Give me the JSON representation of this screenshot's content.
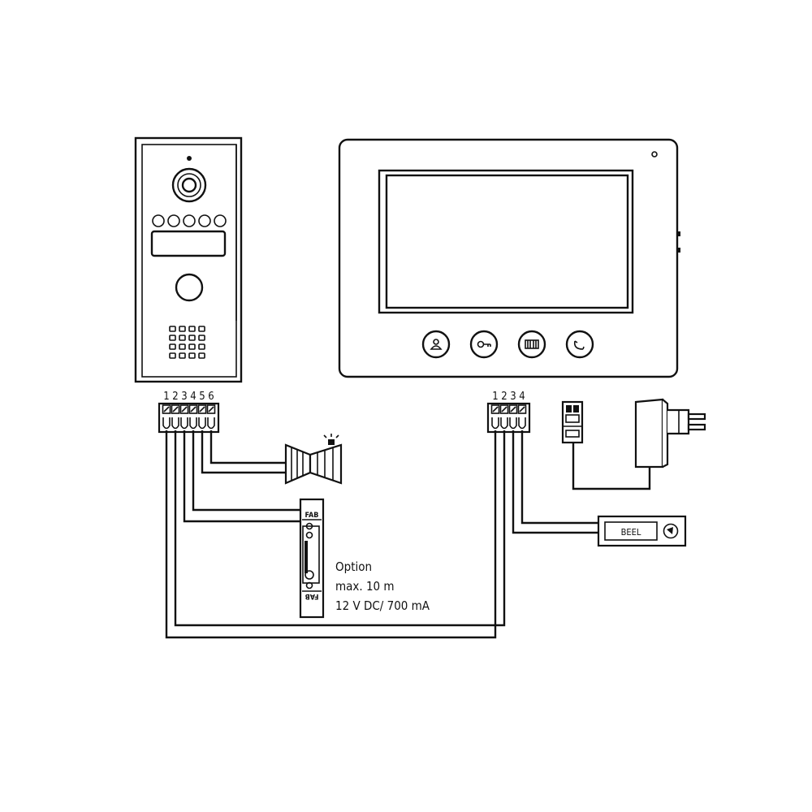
{
  "door_station": {
    "terminal_numbers": [
      "1",
      "2",
      "3",
      "4",
      "5",
      "6"
    ]
  },
  "monitor": {
    "terminal_numbers": [
      "1",
      "2",
      "3",
      "4"
    ],
    "buttons": [
      "intercom-icon",
      "key-icon",
      "gate-icon",
      "handset-icon"
    ]
  },
  "lock": {
    "top_label": "FAB",
    "bottom_label": "FAB"
  },
  "doorbell": {
    "label": "BEEL"
  },
  "notes": {
    "line1": "Option",
    "line2": "max. 10 m",
    "line3": "12 V DC/ 700 mA"
  },
  "colors": {
    "line": "#111111",
    "background": "#ffffff"
  }
}
